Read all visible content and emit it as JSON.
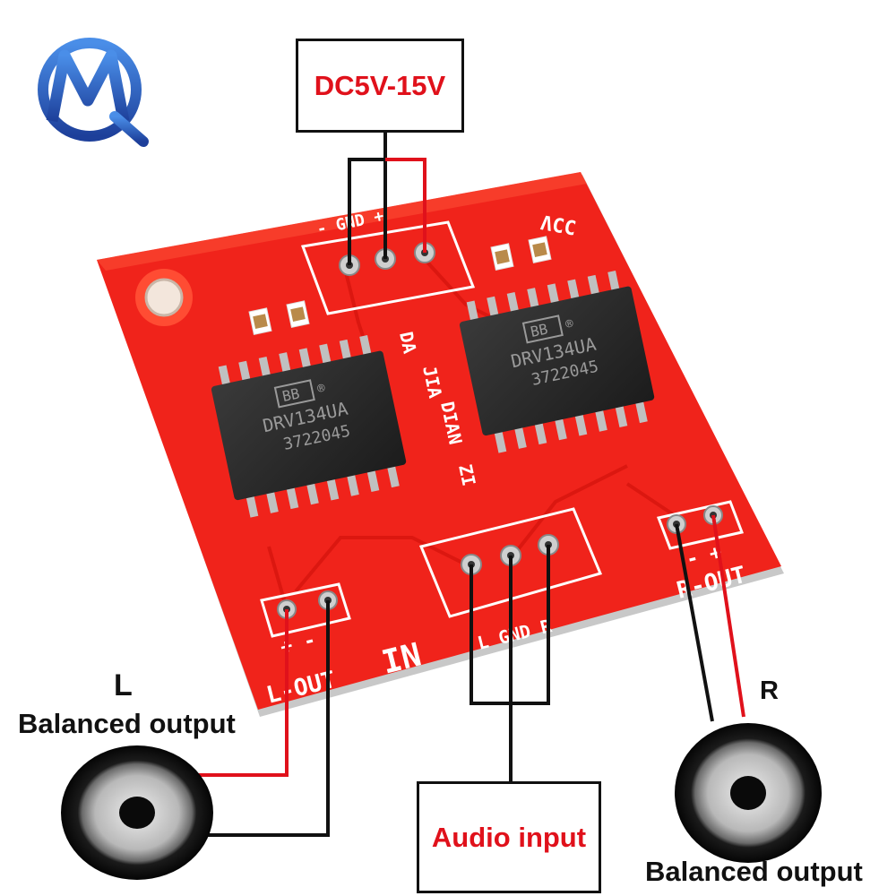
{
  "labels": {
    "power": "DC5V-15V",
    "audio_input": "Audio input",
    "left_channel": "L",
    "right_channel": "R",
    "left_output": "Balanced output",
    "right_output": "Balanced output"
  },
  "board": {
    "vcc": "VCC",
    "power_pins": "- GND +",
    "brand": [
      "DA",
      "JIA",
      "DIAN",
      "ZI"
    ],
    "chip_left_part": "DRV134UA",
    "chip_left_code": "3722045",
    "chip_right_part": "DRV134UA",
    "chip_right_code": "3722045",
    "chip_logo": "BB",
    "registered": "®",
    "in_label": "IN",
    "in_pins": "L  GND  R",
    "lout_pins": "+   -",
    "lout_label": "L-OUT",
    "rout_pins": "-   +",
    "rout_label": "R-OUT"
  },
  "colors": {
    "board": "#f0231b",
    "silkscreen": "#ffffff",
    "wire_red": "#e0111b",
    "wire_black": "#111111",
    "label_red": "#e0111b",
    "logo_blue": "#2a63c8"
  },
  "icons": [
    "logo-mq-icon",
    "speaker-left-icon",
    "speaker-right-icon"
  ]
}
